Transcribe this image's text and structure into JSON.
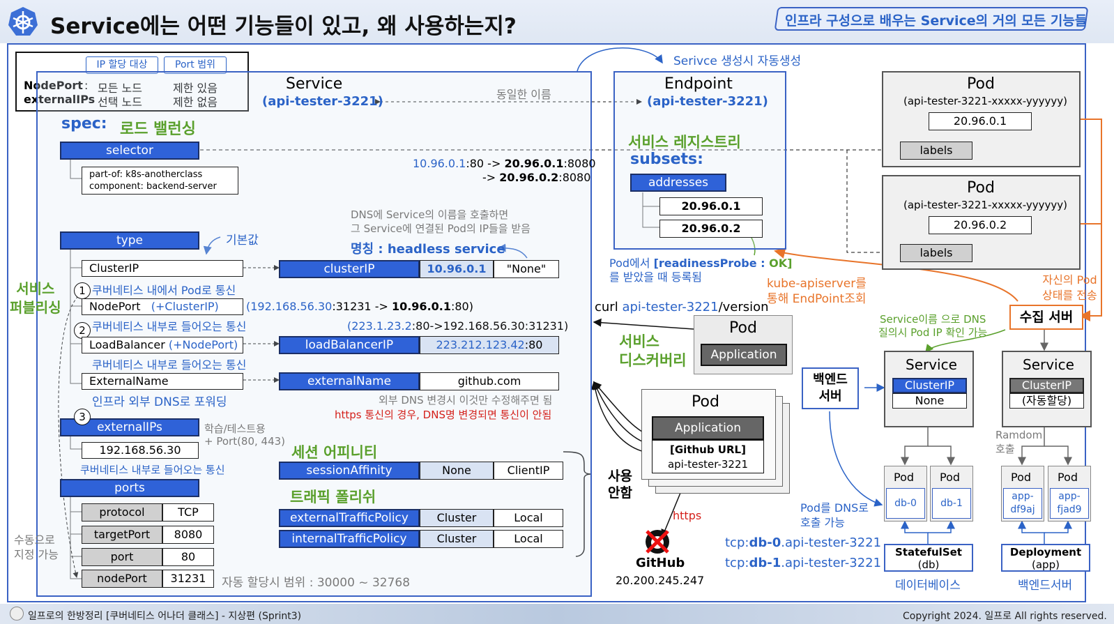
{
  "header": {
    "title": "Service에는 어떤 기능들이 있고, 왜 사용하는지?",
    "series_tag": "인프라 구성으로 배우는 Service의 거의 모든 기능들"
  },
  "footer": {
    "left": "일프로의 한방정리 [쿠버네티스 어나더 클래스] - 지상편 (Sprint3)",
    "right": "Copyright 2024. 일프로 All rights reserved."
  },
  "legend_table": {
    "col1": "IP 할당 대상",
    "col2": "Port 범위",
    "row1_label": "NodePort",
    "row1_colon": " : ",
    "row1_col1": "모든 노드",
    "row1_col2": "제한 있음",
    "row2_label": "externalIPs",
    "row2_colon": " : ",
    "row2_col1": "선택 노드",
    "row2_col2": "제한 없음"
  },
  "service": {
    "title": "Service",
    "name": "(api-tester-3221)",
    "same_name": "동일한 이름",
    "spec": "spec:",
    "load_balancing": "로드 밸런싱",
    "selector": "selector",
    "selector_labels_1": "part-of: k8s-anotherclass",
    "selector_labels_2": "component: backend-server",
    "route_1_a": "10.96.0.1",
    "route_1_b": ":80 -> ",
    "route_1_c": "20.96.0.1",
    "route_1_d": ":8080",
    "route_2_a": "-> ",
    "route_2_b": "20.96.0.2",
    "route_2_c": ":8080"
  },
  "type_section": {
    "type": "type",
    "default": "기본값",
    "dns_note_1": "DNS에 Service의 이름을 호출하면",
    "dns_note_2": "그 Service에 연결된 Pod의 IP들을 받음",
    "headless": "명칭 : headless service",
    "publishing": "서비스\n퍼블리싱",
    "n1": "1",
    "n2": "2",
    "n3": "3",
    "clusterip": "ClusterIP",
    "clusterip_desc": "쿠버네티스 내에서 Pod로 통신",
    "clusterIP_key": "clusterIP",
    "clusterIP_value": "10.96.0.1",
    "clusterIP_none": "\"None\"",
    "nodeport": "NodePort",
    "nodeport_sub": "(+ClusterIP)",
    "nodeport_route_1": "(",
    "nodeport_route_2": "192.168.56.30",
    ":31231": ":31231 -> ",
    "nodeport_route_4": "10.96.0.1",
    ":80)": ":80)",
    "nodeport_desc": "쿠버네티스 내부로 들어오는 통신",
    "lb_route_1": "(",
    "lb_route_2": "223.1.23.2",
    "lb_route_3": ":80->192.168.56.30:31231)",
    "loadbalancer": "LoadBalancer",
    "loadbalancer_sub": "(+NodePort)",
    "loadBalancerIP_key": "loadBalancerIP",
    "loadBalancerIP_value_a": "223.212.123.42",
    "loadBalancerIP_value_b": ":80",
    "loadbalancer_desc": "쿠버네티스 내부로 들어오는 통신",
    "externalname": "ExternalName",
    "externalName_key": "externalName",
    "externalName_value": "github.com",
    "externalname_desc": "인프라 외부 DNS로 포워딩",
    "ext_note_1": "외부 DNS 변경시 이것만 수정해주면 됨",
    "ext_note_2": "https 통신의 경우, DNS명 변경되면 통신이 안됨",
    "externalIPs": "externalIPs",
    "externalIPs_note_1": "학습/테스트용",
    "externalIPs_note_2": "+ Port(80, 443)",
    "externalIPs_value": "192.168.56.30",
    "externalIPs_desc": "쿠버네티스 내부로 들어오는 통신"
  },
  "ports": {
    "ports": "ports",
    "protocol_k": "protocol",
    "protocol_v": "TCP",
    "targetPort_k": "targetPort",
    "targetPort_v": "8080",
    "port_k": "port",
    "port_v": "80",
    "nodePort_k": "nodePort",
    "nodePort_v": "31231",
    "auto_range": "자동 할당시 범위 : 30000 ~ 32768",
    "manual": "수동으로\n지정 가능"
  },
  "affinity": {
    "session_title": "세션 어피니티",
    "sessionAffinity": "sessionAffinity",
    "none": "None",
    "clientip": "ClientIP",
    "traffic_title": "트래픽 폴리쉬",
    "externalTrafficPolicy": "externalTrafficPolicy",
    "internalTrafficPolicy": "internalTrafficPolicy",
    "cluster": "Cluster",
    "local": "Local",
    "usage": "사용\n안함"
  },
  "endpoint": {
    "auto": "Serivce 생성시 자동생성",
    "title": "Endpoint",
    "name": "(api-tester-3221)",
    "registry": "서비스 레지스트리",
    "subsets": "subsets:",
    "addresses": "addresses",
    "ip1": "20.96.0.1",
    "ip2": "20.96.0.2",
    "probe_a": "Pod에서 ",
    "probe_b": "[readinessProbe : ",
    "probe_c": "OK]",
    "probe_d": "를 받았을 때 등록됨",
    "apiserver": "kube-apiserver를\n통해 EndPoint조회"
  },
  "pods_right": {
    "pod": "Pod",
    "pod_name": "(api-tester-3221-xxxxx-yyyyyy)",
    "ip1": "20.96.0.1",
    "ip2": "20.96.0.2",
    "labels": "labels",
    "send_state": "자신의 Pod\n상태를 전송",
    "collector": "수집 서버",
    "dns_note": "Service이름 으로 DNS\n질의시 Pod IP 확인 가능"
  },
  "discovery": {
    "curl_a": "curl ",
    "curl_b": "api-tester-3221",
    "curl_c": "/version",
    "title": "서비스\n디스커버리",
    "pod": "Pod",
    "application": "Application",
    "github_url": "[Github URL]",
    "github_name": "api-tester-3221",
    "https": "https",
    "github": "GitHub",
    "github_ip": "20.200.245.247"
  },
  "backend": {
    "backend_server": "백엔드\n서버",
    "service": "Service",
    "clusterip": "ClusterIP",
    "none": "None",
    "auto_assign": "(자동할당)",
    "random": "Ramdom\n호출",
    "pod": "Pod",
    "db0": "db-0",
    "db1": "db-1",
    "app1": "app-\ndf9aj",
    "app2": "app-\nfjad9",
    "dns_call": "Pod를 DNS로\n호출 가능",
    "tcp0_a": "tcp:",
    "tcp0_b": "db-0",
    "tcp0_c": ".api-tester-3221",
    "tcp1_a": "tcp:",
    "tcp1_b": "db-1",
    "tcp1_c": ".api-tester-3221",
    "statefulset": "StatefulSet",
    "db": "(db)",
    "database": "데이터베이스",
    "deployment": "Deployment",
    "app": "(app)",
    "backend_label": "백엔드서버"
  },
  "colors": {
    "accent": "#2f62d8",
    "green": "#5aa02c",
    "orange": "#e8742a",
    "red": "#d4201a"
  }
}
